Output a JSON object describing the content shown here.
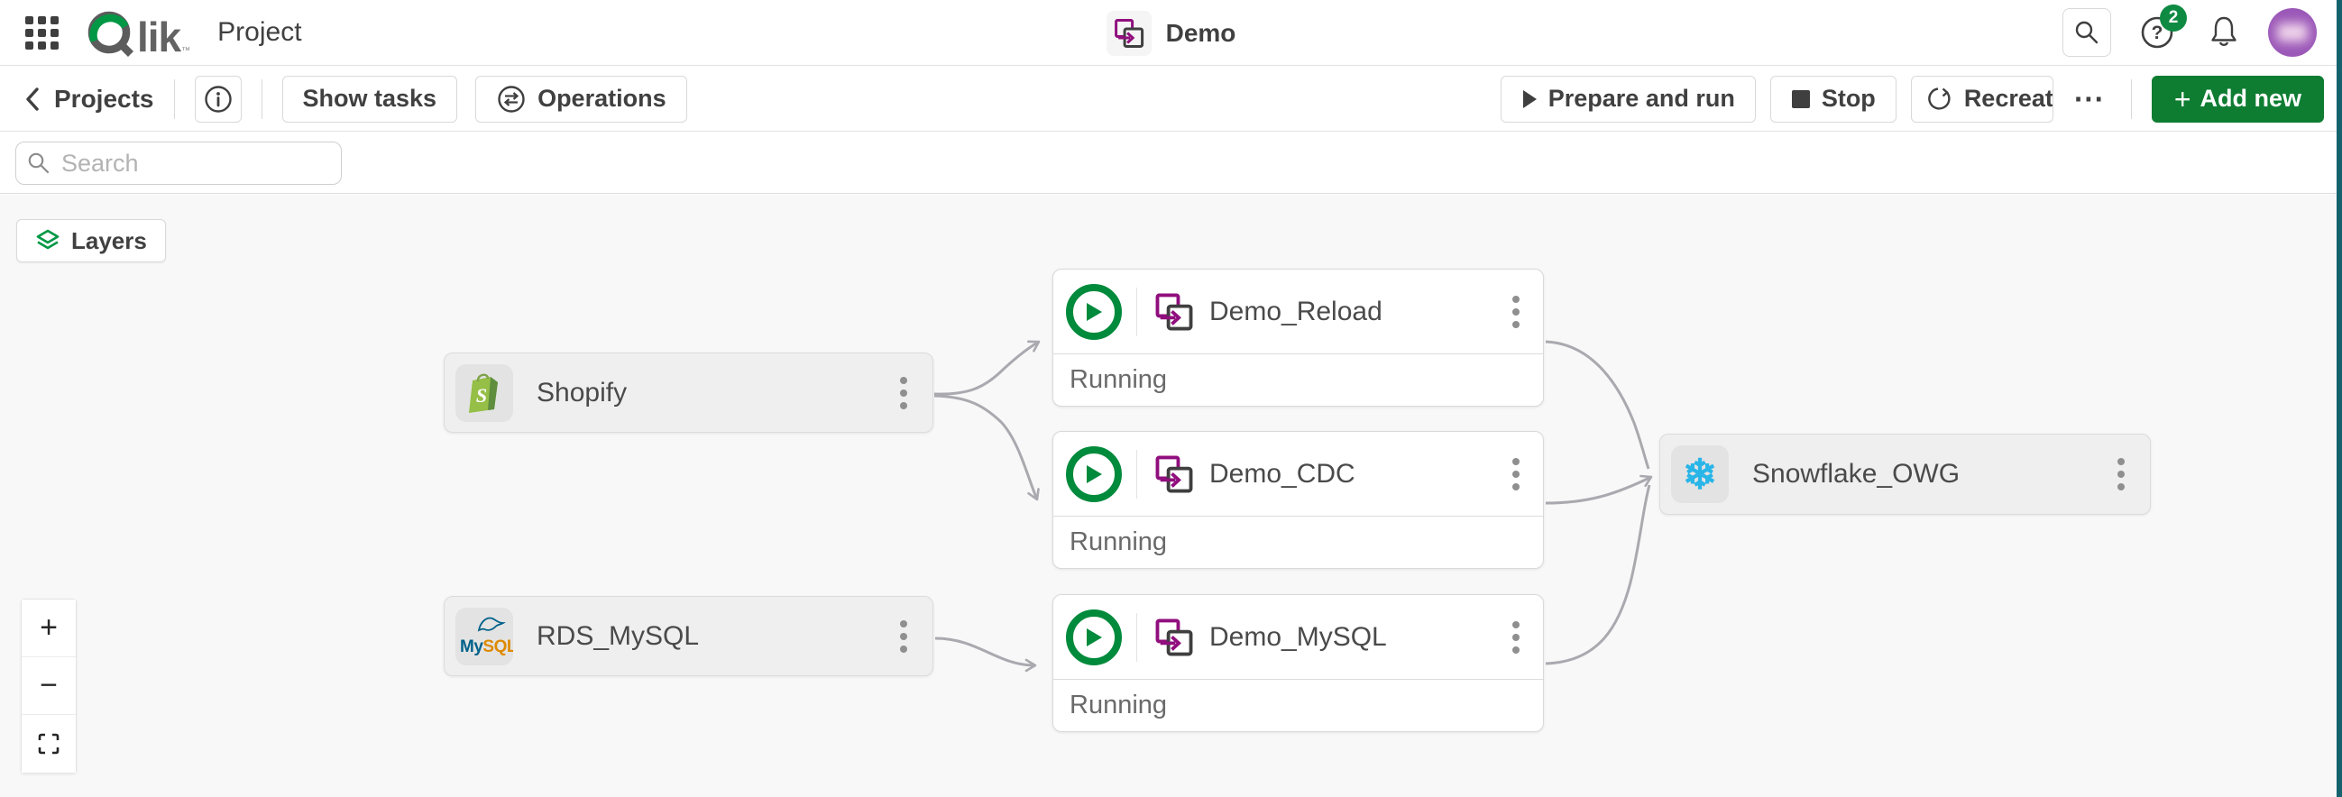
{
  "header": {
    "logo_suffix": "lik",
    "logo_tm": "™",
    "product_title": "Project",
    "project_badge": "Demo",
    "help_badge": "2"
  },
  "toolbar": {
    "back": "Projects",
    "show_tasks": "Show tasks",
    "operations": "Operations",
    "prepare_and_run": "Prepare and run",
    "stop": "Stop",
    "recreate": "Recreate",
    "more_glyph": "⋯",
    "add_new_plus": "+",
    "add_new": "Add new"
  },
  "search": {
    "placeholder": "Search"
  },
  "canvas": {
    "layers": "Layers",
    "sources": [
      {
        "name": "Shopify",
        "icon": "shopify-bag-icon"
      },
      {
        "name": "RDS_MySQL",
        "icon": "mysql-dolphin-icon",
        "logo_my": "My",
        "logo_sql": "SQL."
      }
    ],
    "tasks": [
      {
        "name": "Demo_Reload",
        "status": "Running"
      },
      {
        "name": "Demo_CDC",
        "status": "Running"
      },
      {
        "name": "Demo_MySQL",
        "status": "Running"
      }
    ],
    "targets": [
      {
        "name": "Snowflake_OWG",
        "icon": "snowflake-icon",
        "glyph": "❄"
      }
    ],
    "zoom_controls": {
      "zoom_in": "+",
      "zoom_out": "−"
    }
  },
  "colors": {
    "qlik_green": "#009845",
    "action_green": "#0e7d32",
    "play_green": "#008a3c",
    "pipeline_magenta": "#900e7d",
    "snowflake_blue": "#29b5e8",
    "connector_gray": "#a9a9af",
    "avatar_purple": "#9b58b8",
    "edge_teal": "#13626e"
  }
}
